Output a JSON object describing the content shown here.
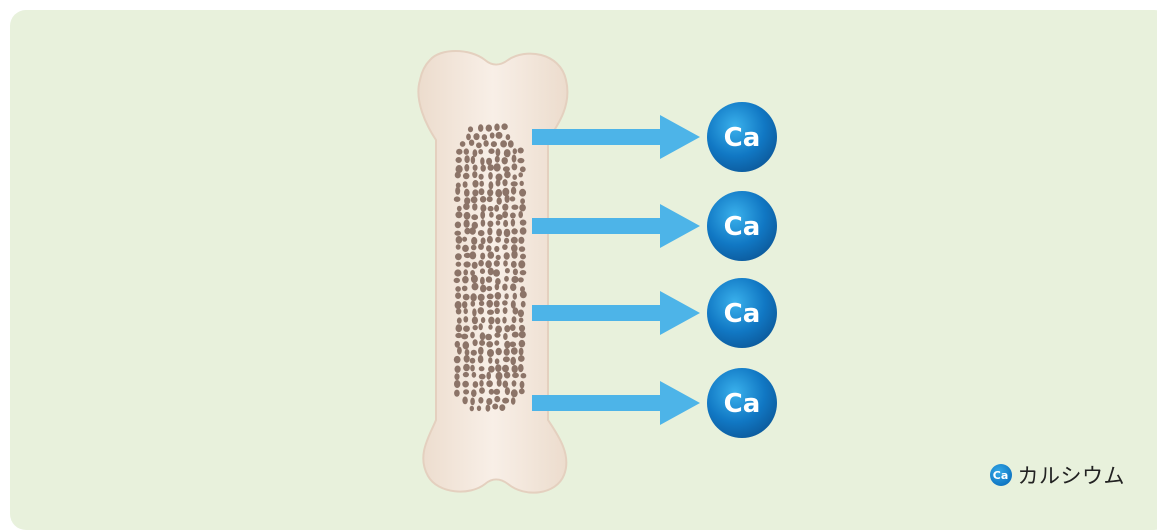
{
  "colors": {
    "background": "#e8f1dc",
    "bone_outer": "#f2e3d6",
    "bone_inner": "#f7efe8",
    "trabecular": "#8c7468",
    "arrow": "#4db4e8",
    "ca_ball": "#1178c4"
  },
  "ca_symbol": "Ca",
  "legend": {
    "symbol": "Ca",
    "label": "カルシウム"
  }
}
